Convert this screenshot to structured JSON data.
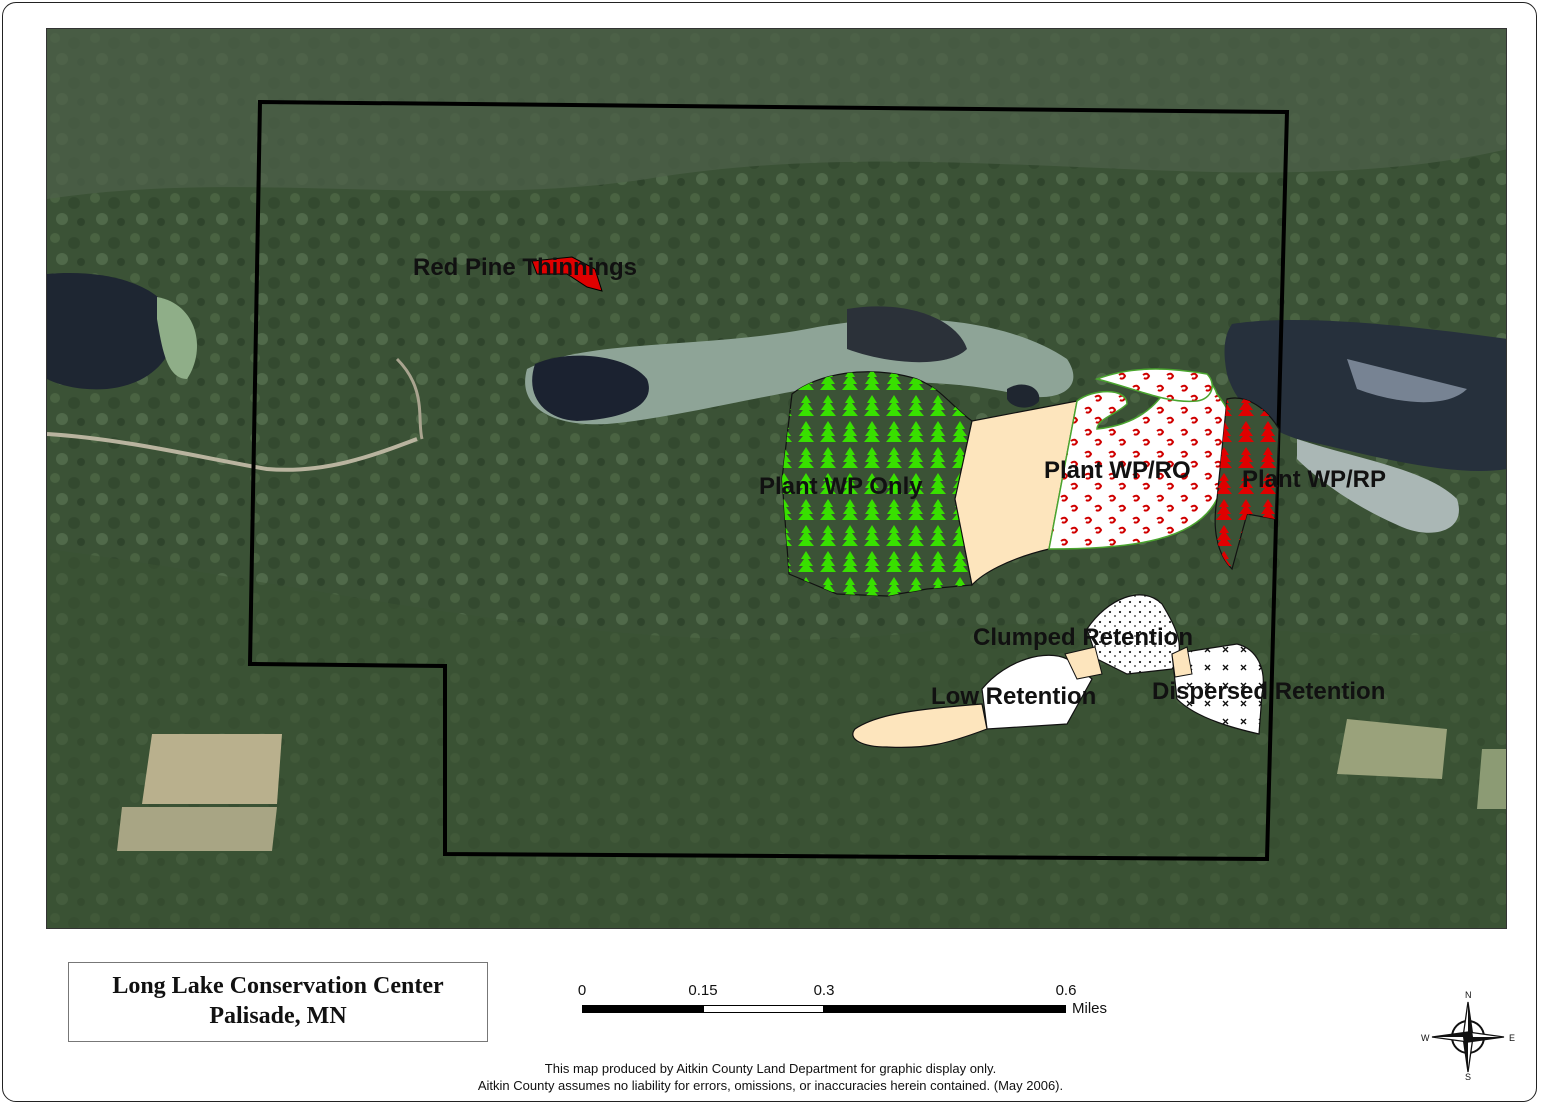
{
  "map": {
    "labels": {
      "red_pine": "Red Pine Thinnings",
      "plant_wp_only": "Plant WP Only",
      "plant_wp_ro": "Plant WP/RO",
      "plant_wp_rp": "Plant WP/RP",
      "clumped": "Clumped Retention",
      "low": "Low Retention",
      "dispersed": "Dispersed Retention"
    },
    "colors": {
      "red_pine_fill": "#e00000",
      "wp_only_symbol": "#38e000",
      "wp_ro_symbol": "#d00000",
      "wp_rp_symbol": "#e00000",
      "tan_fill": "#fde5bd",
      "boundary": "#000000",
      "imagery_forest": "#3d5538",
      "water": "#1e2632"
    }
  },
  "title": {
    "line1": "Long Lake Conservation Center",
    "line2": "Palisade, MN"
  },
  "scalebar": {
    "ticks": [
      "0",
      "0.15",
      "0.3",
      "0.6"
    ],
    "units": "Miles"
  },
  "north_arrow": {
    "n": "N",
    "s": "S",
    "e": "E",
    "w": "W",
    "icon": "compass-rose-icon"
  },
  "disclaimer": {
    "line1": "This map produced by Aitkin County Land Department for graphic display only.",
    "line2": "Aitkin County assumes no liability for errors, omissions, or inaccuracies herein contained.  (May 2006)."
  }
}
